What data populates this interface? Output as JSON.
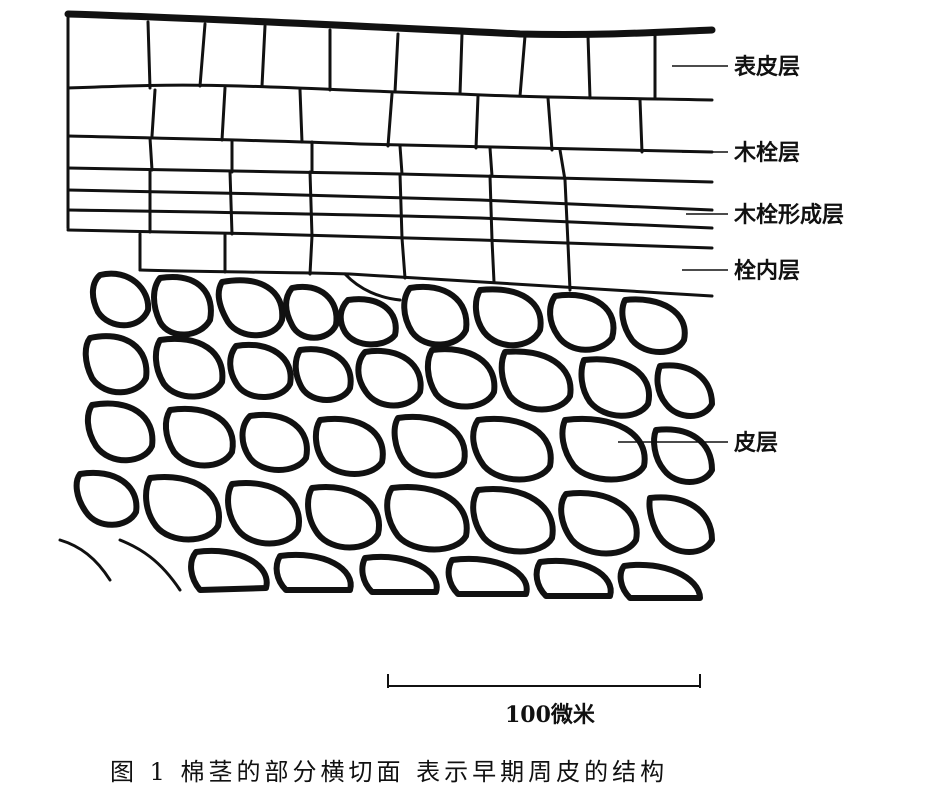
{
  "labels": {
    "epidermis": "表皮层",
    "cork": "木栓层",
    "cork_cambium": "木栓形成层",
    "phelloderm": "栓内层",
    "cortex": "皮层"
  },
  "scale_bar": {
    "label": "100微米"
  },
  "caption": "图 1   棉茎的部分横切面  表示早期周皮的结构"
}
